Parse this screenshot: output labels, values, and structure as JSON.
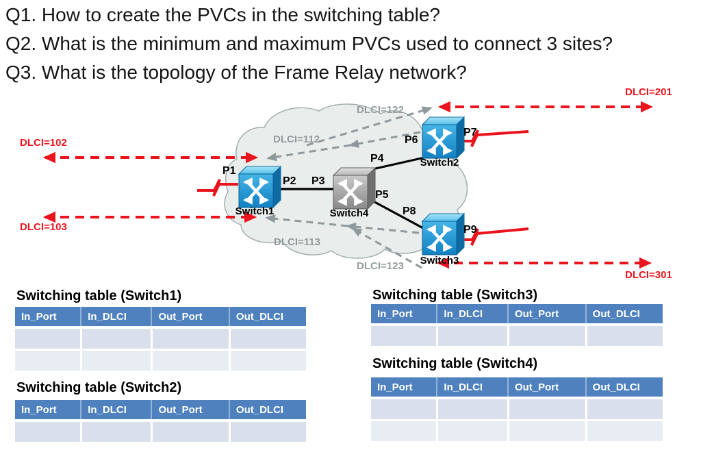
{
  "questions": {
    "q1": "Q1. How to create the PVCs in the switching table?",
    "q2": "Q2. What is the minimum and maximum PVCs used to connect 3 sites?",
    "q3": "Q3. What is the topology of the Frame Relay network?"
  },
  "diagram": {
    "switches": {
      "switch1": "Switch1",
      "switch2": "Switch2",
      "switch3": "Switch3",
      "switch4": "Switch4"
    },
    "ports": {
      "p1": "P1",
      "p2": "P2",
      "p3": "P3",
      "p4": "P4",
      "p5": "P5",
      "p6": "P6",
      "p7": "P7",
      "p8": "P8",
      "p9": "P9"
    },
    "dlci": {
      "d102": "DLCI=102",
      "d103": "DLCI=103",
      "d112": "DLCI=112",
      "d113": "DLCI=113",
      "d122": "DLCI=122",
      "d123": "DLCI=123",
      "d201": "DLCI=201",
      "d301": "DLCI=301"
    },
    "colors": {
      "pvc_external_red": "#e9141d",
      "pvc_internal_gray": "#949b9d",
      "cloud_fill": "#e9edec",
      "switch_blue": "#1f9cd6",
      "switch_gray": "#9b9b9b"
    }
  },
  "tables": {
    "columns": [
      "In_Port",
      "In_DLCI",
      "Out_Port",
      "Out_DLCI"
    ],
    "t1": {
      "title": "Switching table (Switch1)",
      "empty_rows": 2
    },
    "t2": {
      "title": "Switching table (Switch2)",
      "empty_rows": 1
    },
    "t3": {
      "title": "Switching table (Switch3)",
      "empty_rows": 1
    },
    "t4": {
      "title": "Switching table (Switch4)",
      "empty_rows": 2
    },
    "header_color": "#4e81bd"
  }
}
